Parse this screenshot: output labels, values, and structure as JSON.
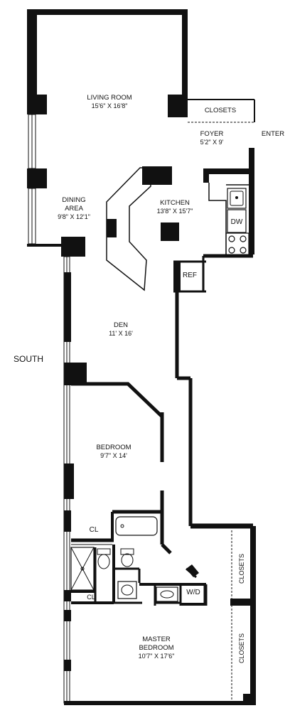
{
  "rooms": {
    "living": {
      "name": "LIVING ROOM",
      "dims": "15'6\" X 16'8\""
    },
    "closets_top": {
      "name": "CLOSETS"
    },
    "foyer": {
      "name": "FOYER",
      "dims": "5'2\" X 9'"
    },
    "enter": {
      "name": "ENTER"
    },
    "dining": {
      "name1": "DINING",
      "name2": "AREA",
      "dims": "9'8\" X 12'1\""
    },
    "kitchen": {
      "name": "KITCHEN",
      "dims": "13'8\" X 15'7\""
    },
    "dw": {
      "name": "DW"
    },
    "ref": {
      "name": "REF"
    },
    "den": {
      "name": "DEN",
      "dims": "11' X 16'"
    },
    "south": {
      "name": "SOUTH"
    },
    "bedroom": {
      "name": "BEDROOM",
      "dims": "9'7\" X 14'"
    },
    "cl1": {
      "name": "CL"
    },
    "cl2": {
      "name": "CL"
    },
    "wd": {
      "name": "W/D"
    },
    "closets_r1": {
      "name": "CLOSETS"
    },
    "closets_r2": {
      "name": "CLOSETS"
    },
    "master": {
      "name1": "MASTER",
      "name2": "BEDROOM",
      "dims": "10'7\" X 17'6\""
    }
  }
}
